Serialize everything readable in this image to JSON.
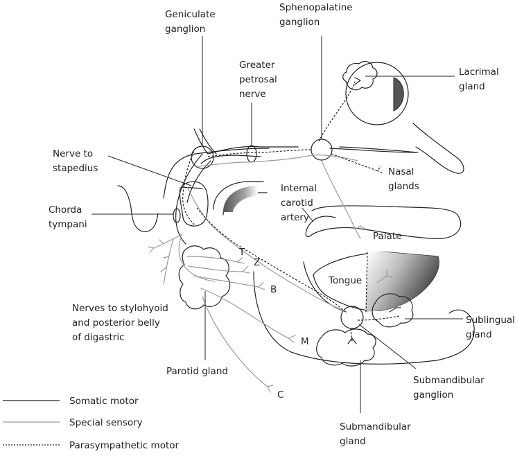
{
  "labels": {
    "geniculate_1": "Geniculate",
    "geniculate_2": "ganglion",
    "sphenopalatine_1": "Sphenopalatine",
    "sphenopalatine_2": "ganglion",
    "greater_1": "Greater",
    "greater_2": "petrosal",
    "greater_3": "nerve",
    "lacrimal_1": "Lacrimal",
    "lacrimal_2": "gland",
    "stapedius_1": "Nerve to",
    "stapedius_2": "stapedius",
    "nasal_1": "Nasal",
    "nasal_2": "glands",
    "internal_1": "Internal",
    "internal_2": "carotid",
    "internal_3": "artery",
    "chorda_1": "Chorda",
    "chorda_2": "tympani",
    "palate": "Palate",
    "branch_t": "T",
    "branch_z": "Z",
    "branch_b": "B",
    "branch_m": "M",
    "branch_c": "C",
    "tongue": "Tongue",
    "stylohyoid_1": "Nerves to stylohyoid",
    "stylohyoid_2": "and posterior belly",
    "stylohyoid_3": "of digastric",
    "sublingual_1": "Sublingual",
    "sublingual_2": "gland",
    "parotid": "Parotid gland",
    "submand_ganglion_1": "Submandibular",
    "submand_ganglion_2": "ganglion",
    "submand_gland_1": "Submandibular",
    "submand_gland_2": "gland"
  },
  "legend": [
    {
      "label": "Somatic motor",
      "style": "solid",
      "color": "#222222"
    },
    {
      "label": "Special sensory",
      "style": "solid",
      "color": "#9a9a9a"
    },
    {
      "label": "Parasympathetic motor",
      "style": "dotted",
      "color": "#222222"
    }
  ]
}
